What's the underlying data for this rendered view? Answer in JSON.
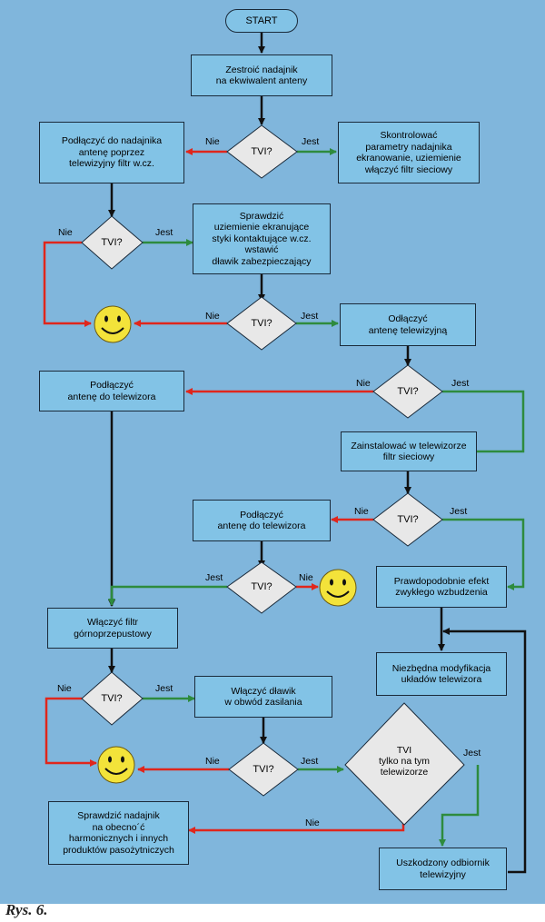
{
  "colors": {
    "background": "#80b6dc",
    "box_fill": "#82c3e6",
    "diamond_fill": "#e8e8e8",
    "yes_line": "#2e8b3e",
    "no_line": "#e0261c",
    "main_line": "#111111",
    "smiley": "#f3e33a"
  },
  "start": "START",
  "boxes": {
    "b1": "Zestroić nadajnik\nna ekwiwalent anteny",
    "b2": "Podłączyć do nadajnika\nantenę poprzez\ntelewizyjny filtr w.cz.",
    "b3": "Skontrolować\nparametry nadajnika\nekranowanie, uziemienie\nwłączyć filtr sieciowy",
    "b4": "Sprawdzić\nuziemienie ekranujące\nstyki kontaktujące w.cz.\nwstawić\ndławik zabezpieczający",
    "b5": "Odłączyć\nantenę telewizyjną",
    "b6": "Podłączyć\nantenę do telewizora",
    "b7": "Zainstalować w telewizorze\nfiltr sieciowy",
    "b8": "Podłączyć\nantenę do telewizora",
    "b9": "Prawdopodobnie efekt\nzwykłego wzbudzenia",
    "b10": "Włączyć filtr\ngórnoprzepustowy",
    "b11": "Niezbędna modyfikacja\nukładów telewizora",
    "b12": "Włączyć dławik\nw obwód zasilania",
    "b13": "Sprawdzić nadajnik\nna obecno´ć\nharmonicznych i innych\nproduktów pasożytniczych",
    "b14": "Uszkodzony odbiornik\ntelewizyjny"
  },
  "decisions": {
    "d1": "TVI?",
    "d2": "TVI?",
    "d3": "TVI?",
    "d4": "TVI?",
    "d5": "TVI?",
    "d6": "TVI?",
    "d7": "TVI?",
    "d8": "TVI?",
    "d9": "TVI\ntylko na tym\ntelewizorze"
  },
  "labels": {
    "yes": "Jest",
    "no": "Nie"
  },
  "caption": "Rys. 6."
}
